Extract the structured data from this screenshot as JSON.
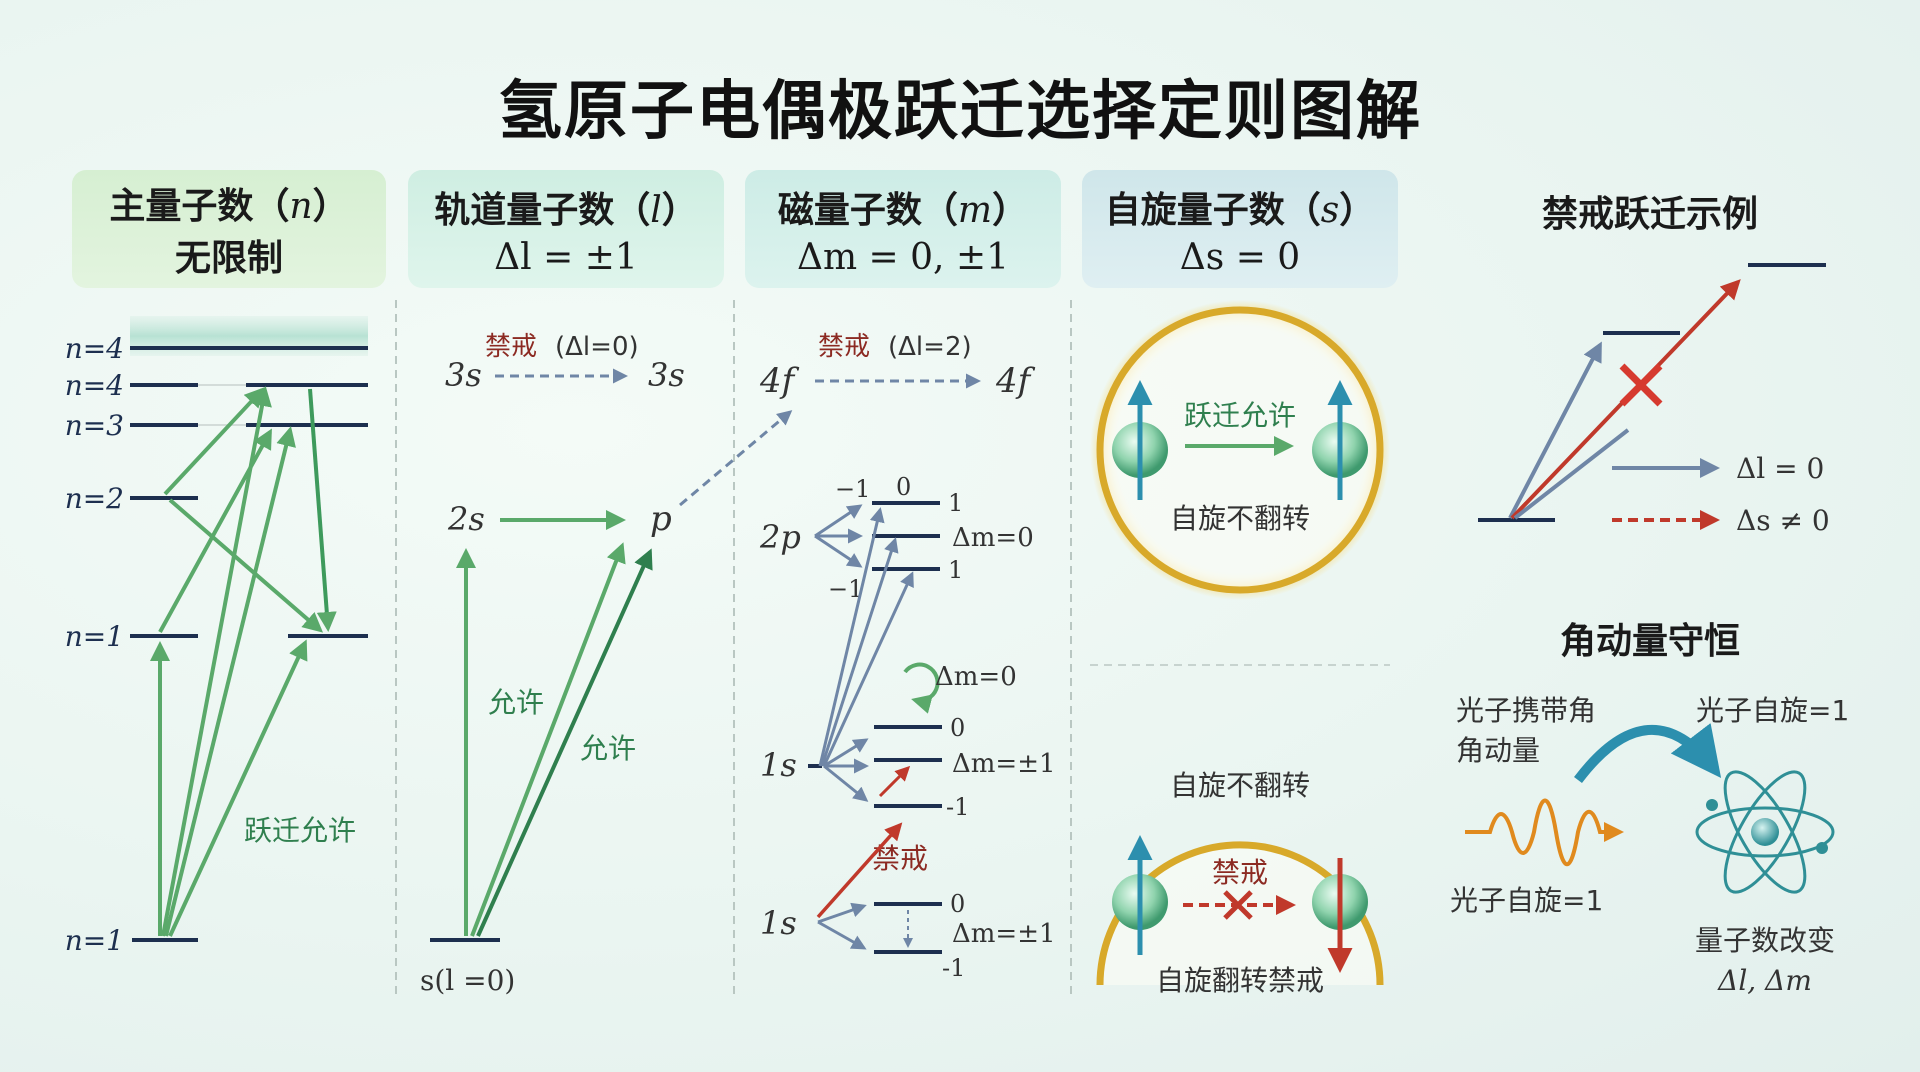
{
  "title": "氢原子电偶极跃迁选择定则图解",
  "headers": {
    "n": {
      "line1_prefix": "主量子数（",
      "symbol": "n",
      "line1_suffix": "）",
      "line2": "无限制"
    },
    "l": {
      "line1_prefix": "轨道量子数（",
      "symbol": "l",
      "line1_suffix": "）",
      "line2": "Δl = ±1"
    },
    "m": {
      "line1_prefix": "磁量子数（",
      "symbol": "m",
      "line1_suffix": "）",
      "line2": "Δm = 0, ±1"
    },
    "s": {
      "line1_prefix": "自旋量子数（",
      "symbol": "s",
      "line1_suffix": "）",
      "line2": "Δs = 0"
    }
  },
  "col1": {
    "levels": [
      "n=4",
      "n=4",
      "n=3",
      "n=2",
      "n=1",
      "n=1"
    ],
    "allowed_label": "跃迁允许"
  },
  "col2": {
    "forbidden_label": "禁戒",
    "forbidden_rule": "(Δl=0)",
    "state_3s_left": "3s",
    "state_3s_right": "3s",
    "state_2s": "2s",
    "state_p": "p",
    "allowed_1": "允许",
    "allowed_2": "允许",
    "ground": "s(l =0)"
  },
  "col3": {
    "forbidden_label": "禁戒",
    "forbidden_rule": "(Δl=2)",
    "state_4f_left": "4f",
    "state_4f_right": "4f",
    "state_2p": "2p",
    "m_top": "−1",
    "m_zero": "0",
    "m_one": "1",
    "dm0": "Δm=0",
    "m_one_b": "1",
    "m_minus_b": "−1",
    "dm0_loop": "Δm=0",
    "state_1s_a": "1s",
    "m_zero_c": "0",
    "dmpm1": "Δm=±1",
    "m_minus_c": "-1",
    "forbidden_red": "禁戒",
    "state_1s_b": "1s",
    "m_zero_d": "0",
    "dmpm1_b": "Δm=±1",
    "m_minus_d": "-1"
  },
  "col4": {
    "allowed": "跃迁允许",
    "no_flip": "自旋不翻转",
    "no_flip_2": "自旋不翻转",
    "forbidden": "禁戒",
    "flip_forbidden": "自旋翻转禁戒"
  },
  "side": {
    "forbidden_example_title": "禁戒跃迁示例",
    "legend_dl": "Δl = 0",
    "legend_ds": "Δs ≠ 0",
    "ang_title": "角动量守恒",
    "photon_carries_1": "光子携带角",
    "photon_carries_2": "角动量",
    "photon_spin_right": "光子自旋=1",
    "photon_spin_bottom": "光子自旋=1",
    "qn_change": "量子数改变",
    "qn_change_2": "Δl, Δm"
  },
  "colors": {
    "green_arrow": "#5aa96a",
    "dark_green": "#2f7f4e",
    "level_navy": "#1d2f4f",
    "forbidden_red": "#c0392b",
    "gold": "#d8a92a",
    "steel_blue": "#6f86a6"
  }
}
